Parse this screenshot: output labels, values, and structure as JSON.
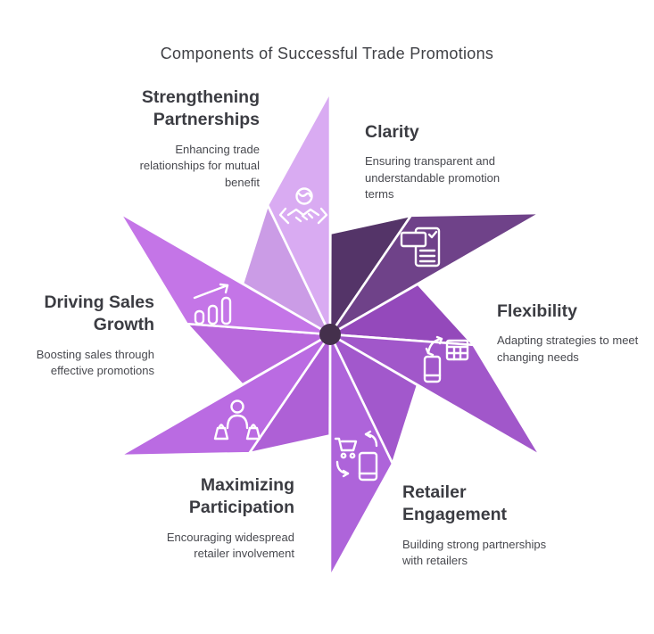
{
  "title": "Components of Successful Trade Promotions",
  "background": "#ffffff",
  "stroke_color": "#ffffff",
  "center_color": "#44304c",
  "text": {
    "heading_color": "#3b3c42",
    "description_color": "#48494f"
  },
  "segments": [
    {
      "id": "strengthening-partnerships",
      "label": "Strengthening Partnerships",
      "description": "Enhancing trade relationships for mutual benefit",
      "icon": "handshake-globe-icon",
      "color_main": "#d9abf2",
      "color_shade": "#cb9ce6",
      "angle": 0
    },
    {
      "id": "clarity",
      "label": "Clarity",
      "description": "Ensuring transparent and understandable promotion terms",
      "icon": "checklist-document-icon",
      "color_main": "#6f4289",
      "color_shade": "#543468",
      "angle": 60
    },
    {
      "id": "flexibility",
      "label": "Flexibility",
      "description": "Adapting strategies to meet changing needs",
      "icon": "device-swap-icon",
      "color_main": "#a157ca",
      "color_shade": "#9449bb",
      "angle": 120
    },
    {
      "id": "retailer-engagement",
      "label": "Retailer Engagement",
      "description": "Building strong partnerships with retailers",
      "icon": "cart-phone-sync-icon",
      "color_main": "#ae64da",
      "color_shade": "#a258cc",
      "angle": 180
    },
    {
      "id": "maximizing-participation",
      "label": "Maximizing Participation",
      "description": "Encouraging widespread retailer involvement",
      "icon": "shopper-person-icon",
      "color_main": "#ba6be2",
      "color_shade": "#ae60d6",
      "angle": 240
    },
    {
      "id": "driving-sales-growth",
      "label": "Driving Sales Growth",
      "description": "Boosting sales through effective promotions",
      "icon": "growth-chart-icon",
      "color_main": "#c475e7",
      "color_shade": "#b868dc",
      "angle": 300
    }
  ]
}
